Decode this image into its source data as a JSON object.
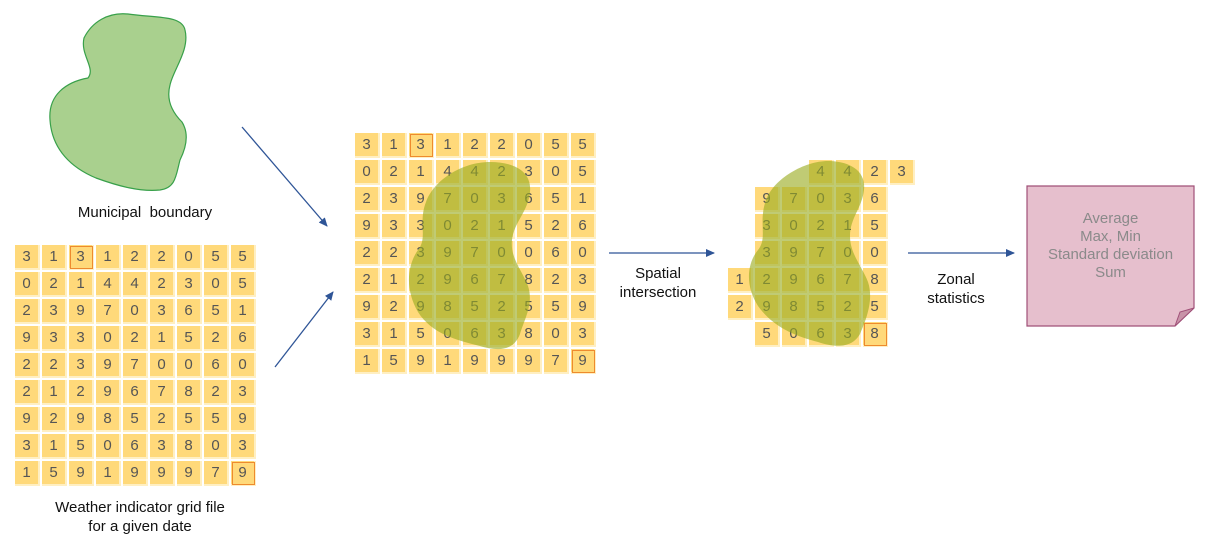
{
  "labels": {
    "municipal_boundary": "Municipal  boundary",
    "weather_grid_line1": "Weather indicator grid file",
    "weather_grid_line2": "for a given date",
    "spatial_line1": "Spatial",
    "spatial_line2": "intersection",
    "zonal_line1": "Zonal",
    "zonal_line2": "statistics"
  },
  "grid": {
    "rows": [
      [
        3,
        1,
        3,
        1,
        2,
        2,
        0,
        5,
        5
      ],
      [
        0,
        2,
        1,
        4,
        4,
        2,
        3,
        0,
        5
      ],
      [
        2,
        3,
        9,
        7,
        0,
        3,
        6,
        5,
        1
      ],
      [
        9,
        3,
        3,
        0,
        2,
        1,
        5,
        2,
        6
      ],
      [
        2,
        2,
        3,
        9,
        7,
        0,
        0,
        6,
        0
      ],
      [
        2,
        1,
        2,
        9,
        6,
        7,
        8,
        2,
        3
      ],
      [
        9,
        2,
        9,
        8,
        5,
        2,
        5,
        5,
        9
      ],
      [
        3,
        1,
        5,
        0,
        6,
        3,
        8,
        0,
        3
      ],
      [
        1,
        5,
        9,
        1,
        9,
        9,
        9,
        7,
        9
      ]
    ]
  },
  "clipped_rows": [
    {
      "start": 3,
      "values": [
        4,
        4,
        2,
        3
      ]
    },
    {
      "start": 1,
      "values": [
        9,
        7,
        0,
        3,
        6
      ]
    },
    {
      "start": 1,
      "values": [
        3,
        0,
        2,
        1,
        5
      ]
    },
    {
      "start": 1,
      "values": [
        3,
        9,
        7,
        0,
        0
      ]
    },
    {
      "start": 0,
      "values": [
        1,
        2,
        9,
        6,
        7,
        8
      ]
    },
    {
      "start": 0,
      "values": [
        2,
        9,
        8,
        5,
        2,
        5
      ]
    },
    {
      "start": 1,
      "values": [
        5,
        0,
        6,
        3,
        8
      ]
    }
  ],
  "statistics": [
    "Average",
    "Max, Min",
    "Standard deviation",
    "Sum"
  ],
  "colors": {
    "cell": "#ffd97a",
    "cell_border": "#ffefc2",
    "highlight": "#ee8a2e",
    "boundary_fill": "#a9d08e",
    "boundary_stroke": "#38a04a",
    "overlay": "#9aab1e",
    "arrow": "#2f5597",
    "note_fill": "#e6bfcd",
    "note_stroke": "#a05078"
  }
}
